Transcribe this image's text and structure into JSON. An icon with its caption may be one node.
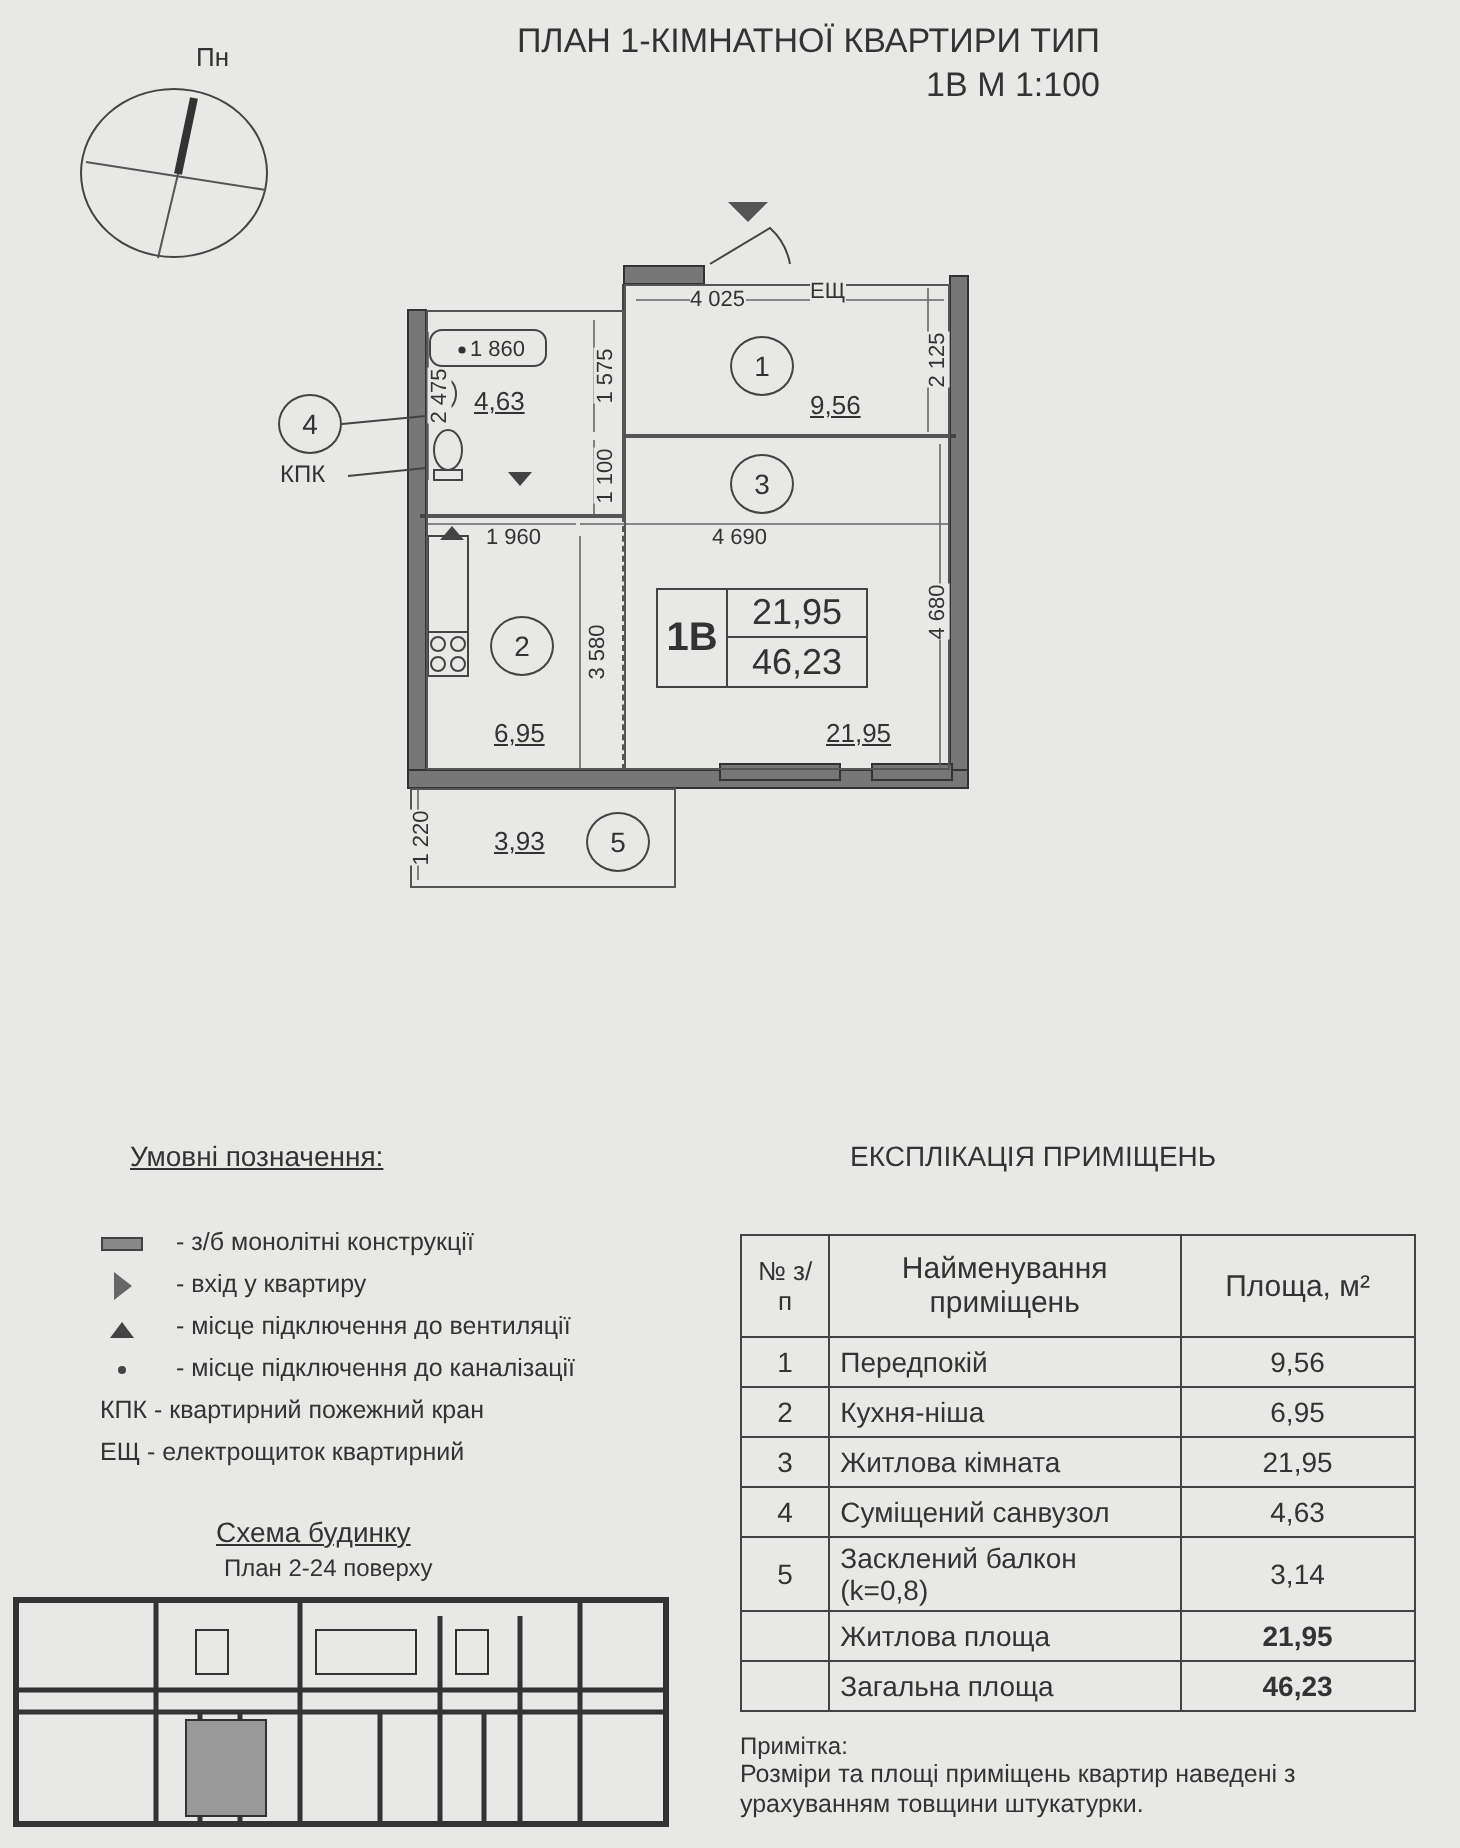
{
  "diagram": {
    "title": "ПЛАН 1-КІМНАТНОЇ КВАРТИРИ ТИП 1В  М 1:100",
    "nodes": [
      {
        "text": [],
        "shape": "circle",
        "beside": [
          "Пн"
        ]
      },
      {
        "text": [
          "4,63"
        ]
      },
      {
        "text": [
          "9,56"
        ]
      },
      {
        "text": [
          "1"
        ],
        "in": 2
      },
      {
        "text": [
          "21,95"
        ]
      },
      {
        "text": [
          "3"
        ],
        "in": 4
      },
      {
        "text": [
          "1В",
          "21,95",
          "46,23"
        ],
        "in": 4
      },
      {
        "text": [
          "6,95"
        ]
      },
      {
        "text": [
          "2"
        ],
        "in": 7
      },
      {
        "text": [
          "3,93"
        ]
      },
      {
        "text": [
          "5"
        ],
        "in": 9
      },
      {
        "text": [
          "4"
        ]
      },
      {
        "text": [
          "КПК"
        ]
      }
    ],
    "edges": [
      {
        "from": 11,
        "to": 1,
        "arrow": "none"
      },
      {
        "from": 12,
        "to": 1,
        "arrow": "none"
      }
    ],
    "labels": [
      "4 025",
      "ЕЩ",
      "1 860",
      "2 475",
      "1 575",
      "2 125",
      "1 100",
      "1 960",
      "4 690",
      "4 680",
      "3 580",
      "1 220",
      "Умовні позначення:",
      "ЕКСПЛІКАЦІЯ ПРИМІЩЕНЬ",
      "№ з/п",
      "Найменування приміщень",
      "Площа, м²",
      "1",
      "Передпокій",
      "9,56",
      "2",
      "Кухня-ніша",
      "6,95",
      "3",
      "Житлова кімната",
      "21,95",
      "4",
      "Суміщений санвузол",
      "4,63",
      "5",
      "Засклений балкон (k=0,8)",
      "3,14",
      "Житлова площа",
      "21,95",
      "Загальна площа",
      "46,23",
      "Схема будинку",
      "План 2-24 поверху",
      "Примітка:",
      "Розміри та площі приміщень квартир наведені з урахуванням товщини штукатурки."
    ],
    "legend": [
      {
        "text": "- з/б монолітні конструкції"
      },
      {
        "text": "- вхід у квартиру"
      },
      {
        "text": "- місце підключення до вентиляції"
      },
      {
        "text": "- місце підключення до каналізації"
      },
      {
        "text": "КПК - квартирний пожежний кран"
      },
      {
        "text": "ЕЩ - електрощиток квартирний"
      }
    ]
  }
}
